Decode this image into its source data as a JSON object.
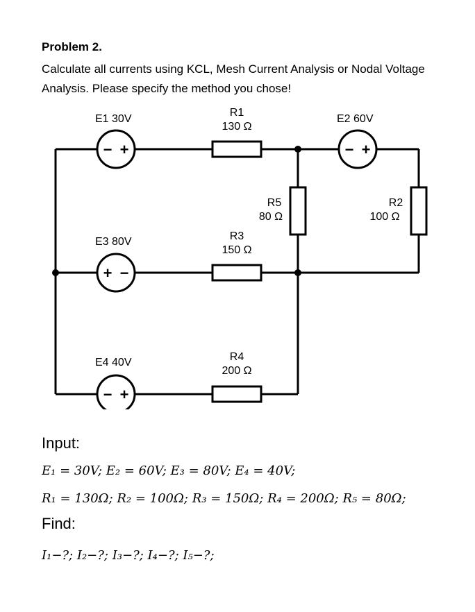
{
  "problem": {
    "title": "Problem 2.",
    "description": "Calculate all currents using KCL, Mesh Current Analysis or Nodal Voltage Analysis. Please specify the method you chose!"
  },
  "circuit": {
    "labels": {
      "e1": "E1 30V",
      "r1_name": "R1",
      "r1_value": "130 Ω",
      "e2": "E2 60V",
      "r5_name": "R5",
      "r5_value": "80 Ω",
      "r2_name": "R2",
      "r2_value": "100 Ω",
      "e3": "E3 80V",
      "r3_name": "R3",
      "r3_value": "150 Ω",
      "e4": "E4 40V",
      "r4_name": "R4",
      "r4_value": "200 Ω"
    },
    "source_signs": {
      "e1": [
        "−",
        "+"
      ],
      "e2": [
        "−",
        "+"
      ],
      "e3": [
        "+",
        "−"
      ],
      "e4": [
        "−",
        "+"
      ]
    }
  },
  "input": {
    "heading": "Input:",
    "voltages": "E₁ = 30V; E₂ = 60V; E₃ = 80V; E₄ = 40V;",
    "resistances": "R₁ = 130Ω; R₂ = 100Ω; R₃ = 150Ω; R₄ = 200Ω; R₅ = 80Ω;"
  },
  "find": {
    "heading": "Find:",
    "unknowns": "I₁−?; I₂−?; I₃−?; I₄−?; I₅−?;"
  }
}
